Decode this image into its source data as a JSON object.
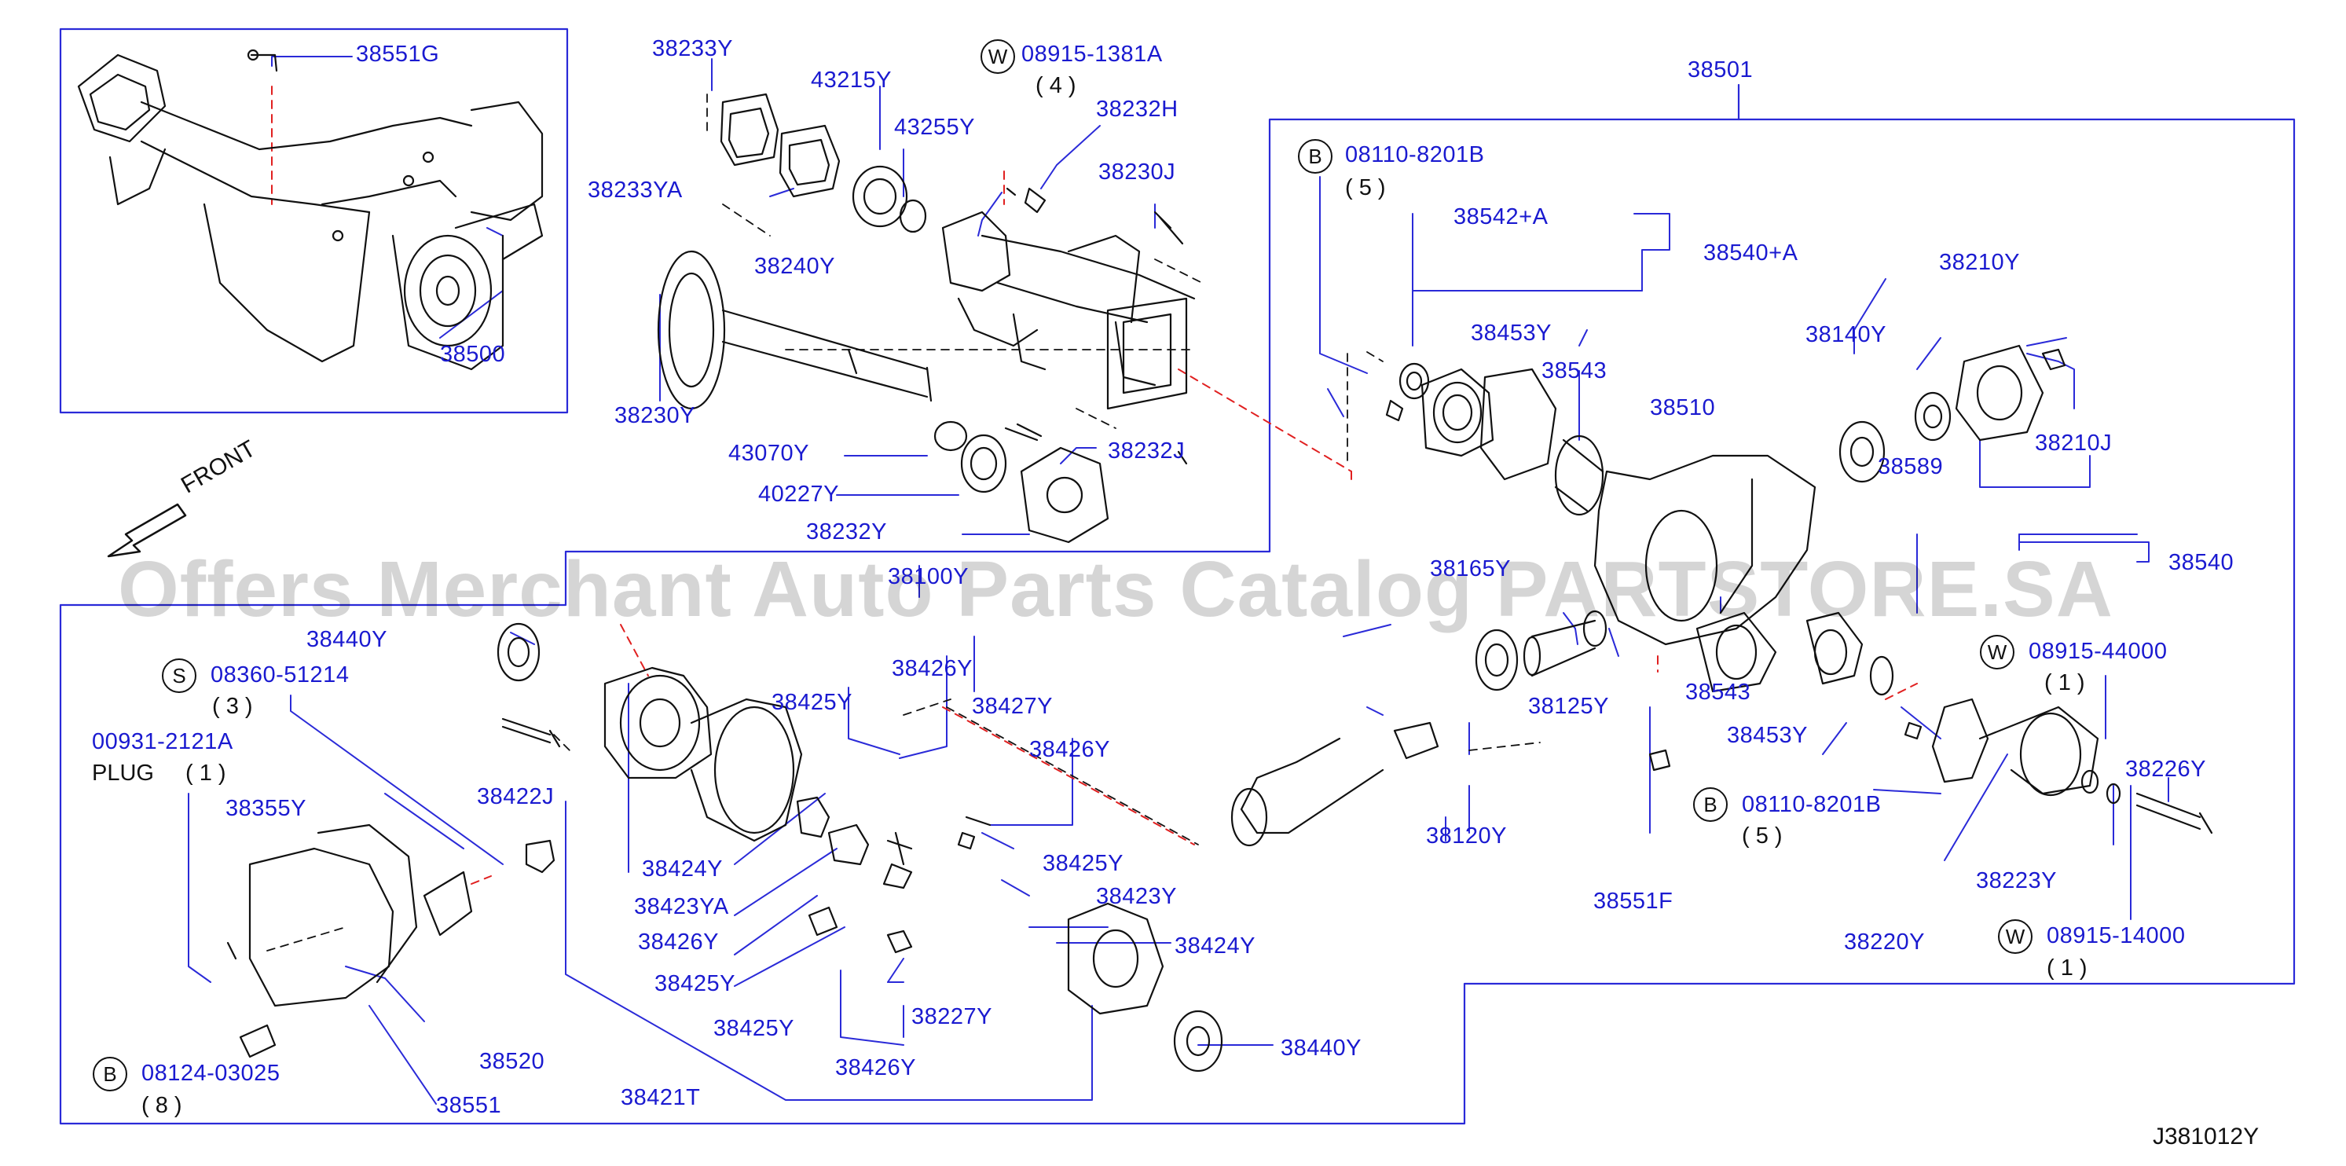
{
  "watermark": "Offers Merchant Auto Parts Catalog PARTSTORE.SA",
  "front_label": "FRONT",
  "reference_code": "J381012Y",
  "inset": {
    "labels": [
      "38551G",
      "38500"
    ]
  },
  "labels": {
    "p38233Y": "38233Y",
    "p08915_1381A": "08915-1381A",
    "q_4": "( 4 )",
    "p43215Y": "43215Y",
    "p43255Y": "43255Y",
    "p38232H": "38232H",
    "p38230J": "38230J",
    "p38233YA": "38233YA",
    "p38240Y": "38240Y",
    "p38230Y": "38230Y",
    "p43070Y": "43070Y",
    "p40227Y": "40227Y",
    "p38232J": "38232J",
    "p38232Y": "38232Y",
    "p38501": "38501",
    "p08110_8201B_top": "08110-8201B",
    "q_5_top": "( 5 )",
    "p38542A": "38542+A",
    "p38540A": "38540+A",
    "p38210Y": "38210Y",
    "p38453Y_top": "38453Y",
    "p38543_top": "38543",
    "p38140Y": "38140Y",
    "p38510": "38510",
    "p38210J": "38210J",
    "p38589": "38589",
    "p38540": "38540",
    "p38100Y": "38100Y",
    "p38165Y": "38165Y",
    "p38440Y_left": "38440Y",
    "p08360_51214": "08360-51214",
    "q_3": "( 3 )",
    "p00931_2121A": "00931-2121A",
    "plug": "PLUG",
    "q_1_plug": "( 1 )",
    "p38426Y_1": "38426Y",
    "p38425Y_1": "38425Y",
    "p38427Y": "38427Y",
    "p38426Y_2": "38426Y",
    "p38125Y": "38125Y",
    "p38543_bot": "38543",
    "p38453Y_bot": "38453Y",
    "p08915_44000": "08915-44000",
    "q_1_w1": "( 1 )",
    "p38226Y": "38226Y",
    "p38422J": "38422J",
    "p38355Y": "38355Y",
    "p38424Y_1": "38424Y",
    "p38425Y_2": "38425Y",
    "p38423YA": "38423YA",
    "p38423Y": "38423Y",
    "p38426Y_3": "38426Y",
    "p38424Y_2": "38424Y",
    "p38425Y_3": "38425Y",
    "p38227Y": "38227Y",
    "p38425Y_4": "38425Y",
    "p38120Y": "38120Y",
    "p38551F": "38551F",
    "p08110_8201B_bot": "08110-8201B",
    "q_5_bot": "( 5 )",
    "p38223Y": "38223Y",
    "p38220Y": "38220Y",
    "p08915_14000": "08915-14000",
    "q_1_w2": "( 1 )",
    "p38440Y_right": "38440Y",
    "p38520": "38520",
    "p08124_03025": "08124-03025",
    "q_8": "( 8 )",
    "p38551": "38551",
    "p38426Y_4": "38426Y",
    "p38421T": "38421T"
  },
  "badges": {
    "W": "W",
    "B": "B",
    "S": "S"
  },
  "colors": {
    "label": "#1a1ad0",
    "line": "#2a2ad8",
    "dash": "#e02020",
    "drawing": "#111111"
  }
}
